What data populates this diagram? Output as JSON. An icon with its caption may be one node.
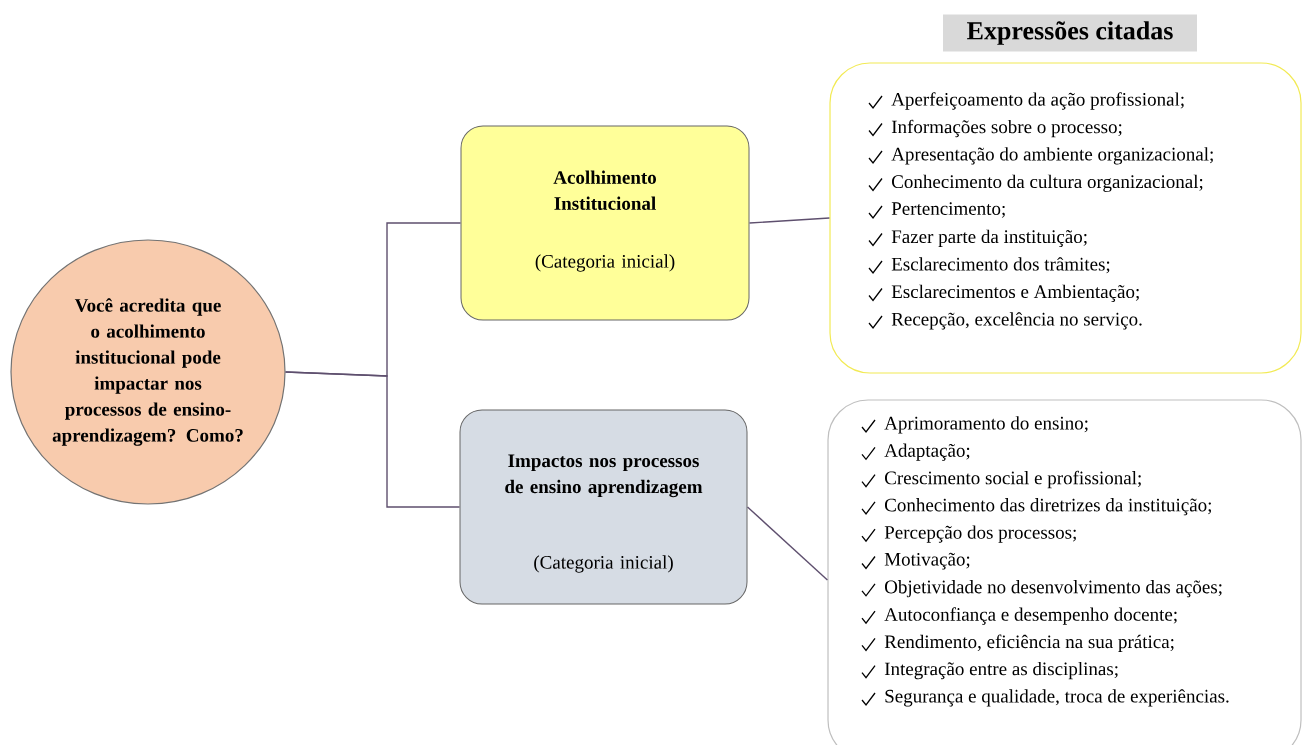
{
  "diagram": {
    "title": "Expressões citadas",
    "nodes": [
      {
        "text": [
          "Você acredita que o acolhimento institucional pode impactar nos processos de ensino-aprendizagem? Como?"
        ]
      },
      {
        "text": [
          "Acolhimento Institucional",
          "(Categoria inicial)"
        ]
      },
      {
        "text": [
          "Impactos nos processos de ensino aprendizagem",
          "(Categoria inicial)"
        ]
      },
      {
        "text": [
          "Aperfeiçoamento da ação profissional;",
          "Informações sobre o processo;",
          "Apresentação do ambiente organizacional;",
          "Conhecimento da cultura organizacional;",
          "Pertencimento;",
          "Fazer parte da instituição;",
          "Esclarecimento dos trâmites;",
          "Esclarecimentos e Ambientação;",
          "Recepção, excelência no serviço."
        ]
      },
      {
        "text": [
          "Aprimoramento do ensino;",
          "Adaptação;",
          "Crescimento social e profissional;",
          "Conhecimento das diretrizes da instituição;",
          "Percepção dos processos;",
          "Motivação;",
          "Objetividade no desenvolvimento das ações;",
          "Autoconfiança e desempenho docente;",
          "Rendimento, eficiência na sua prática;",
          "Integração entre as disciplinas;",
          "Segurança e qualidade, troca de experiências."
        ]
      }
    ],
    "edges": [
      {
        "from": 0,
        "to": 1,
        "arrow": "none"
      },
      {
        "from": 0,
        "to": 2,
        "arrow": "none"
      },
      {
        "from": 1,
        "to": 3,
        "arrow": "none"
      },
      {
        "from": 2,
        "to": 4,
        "arrow": "none"
      }
    ]
  }
}
